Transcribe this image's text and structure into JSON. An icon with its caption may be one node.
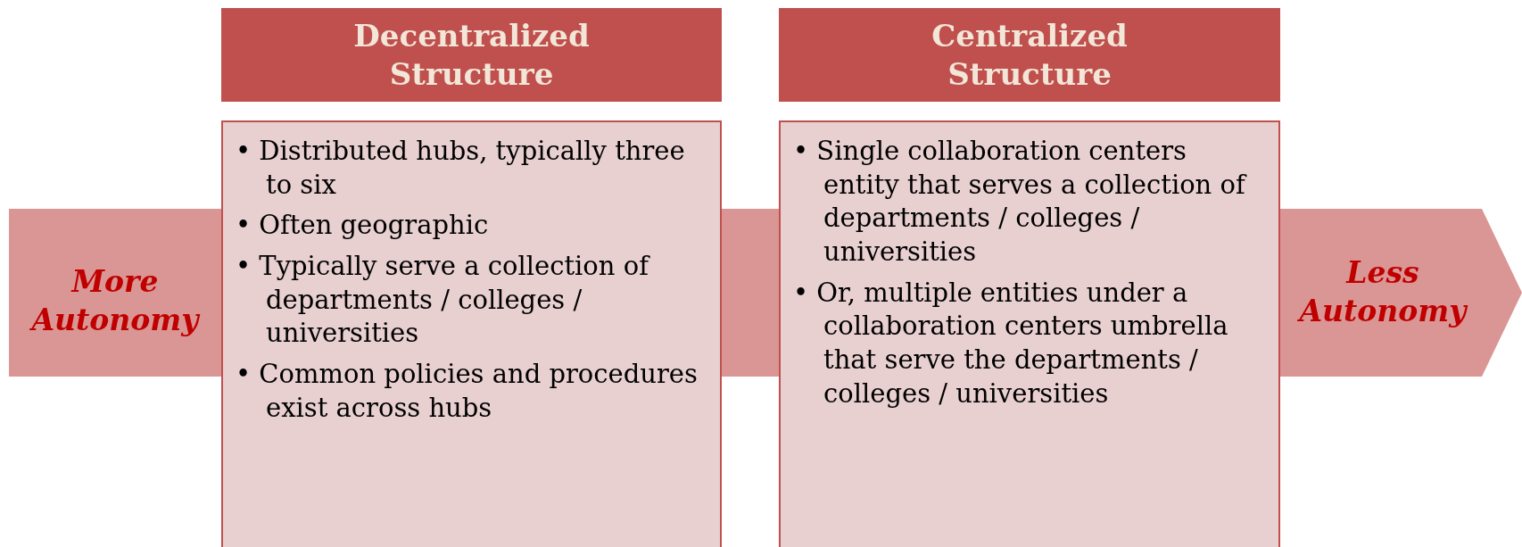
{
  "diagram": {
    "nodes": [
      {
        "text": [
          "More Autonomy",
          "Less Autonomy"
        ]
      },
      {
        "text": [
          "Decentralized Structure"
        ]
      },
      {
        "text": [
          "• Distributed hubs, typically three to six",
          "• Often geographic",
          "• Typically serve a collection of departments / colleges / universities",
          "• Common policies and procedures exist across hubs"
        ]
      },
      {
        "text": [
          "Centralized Structure"
        ]
      },
      {
        "text": [
          "• Single collaboration centers entity that serves a collection of departments / colleges / universities",
          "• Or, multiple entities under a collaboration centers umbrella that serve the departments / colleges / universities"
        ]
      }
    ],
    "edges": []
  }
}
